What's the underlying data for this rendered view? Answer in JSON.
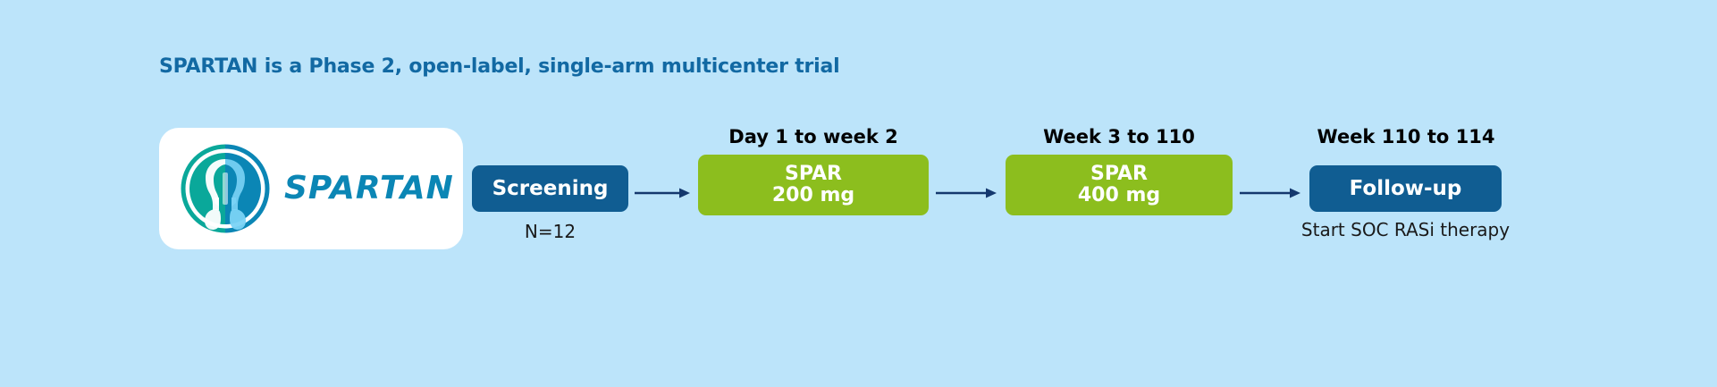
{
  "slide": {
    "title": "SPARTAN is a Phase 2, open-label, single-arm multicenter trial",
    "background_color": "#bce4fa",
    "title_color": "#1269a3"
  },
  "logo": {
    "name": "spartan-logo",
    "wordmark": "SPARTAN",
    "emblem_icon": "spartan-helmet-kidneys-icon",
    "wordmark_color": "#0b86b5",
    "emblem_left_color": "#0aa89a",
    "emblem_right_color": "#0b86b5",
    "card_color": "#ffffff"
  },
  "flow": {
    "arrow_color": "#14386e",
    "colors": {
      "blue": "#105d92",
      "green": "#8cbe1e"
    },
    "steps": [
      {
        "id": "screening",
        "caption_top": "",
        "label_line1": "Screening",
        "label_line2": "",
        "caption_bottom": "N=12",
        "color": "blue"
      },
      {
        "id": "spar-200",
        "caption_top": "Day 1 to week 2",
        "label_line1": "SPAR",
        "label_line2": "200 mg",
        "caption_bottom": "",
        "color": "green"
      },
      {
        "id": "spar-400",
        "caption_top": "Week 3 to 110",
        "label_line1": "SPAR",
        "label_line2": "400 mg",
        "caption_bottom": "",
        "color": "green"
      },
      {
        "id": "follow-up",
        "caption_top": "Week 110 to 114",
        "label_line1": "Follow-up",
        "label_line2": "",
        "caption_bottom": "Start SOC RASi therapy",
        "color": "blue"
      }
    ]
  }
}
